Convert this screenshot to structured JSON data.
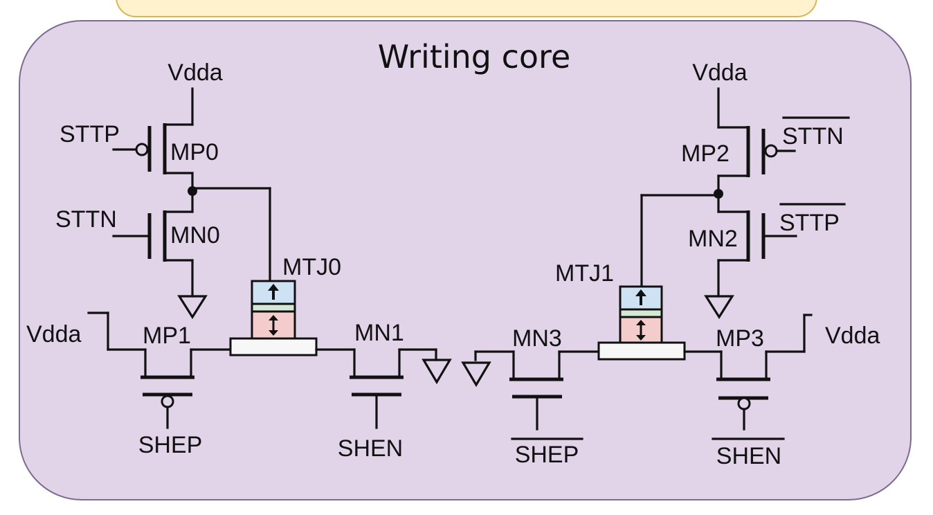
{
  "title": "Writing core",
  "colors": {
    "panel_fill": "#e1d4e8",
    "panel_stroke": "#7e6990",
    "banner_fill": "#fff2cc",
    "banner_stroke": "#d6b656",
    "mtj_free_layer": "#cfe2f3",
    "mtj_barrier": "#d5e8d4",
    "mtj_fixed_layer": "#f4cccc",
    "heavy_metal": "#f7f7f7",
    "wire": "#111111"
  },
  "left_branch": {
    "vdda_top": "Vdda",
    "sttp": "STTP",
    "mp0": "MP0",
    "sttn": "STTN",
    "mn0": "MN0",
    "mtj0": "MTJ0",
    "vdda_left": "Vdda",
    "mp1": "MP1",
    "mn1": "MN1",
    "shep": "SHEP",
    "shen": "SHEN"
  },
  "right_branch": {
    "vdda_top": "Vdda",
    "sttn_bar": "STTN",
    "mp2": "MP2",
    "sttp_bar": "STTP",
    "mn2": "MN2",
    "mtj1": "MTJ1",
    "mn3": "MN3",
    "mp3": "MP3",
    "vdda_right": "Vdda",
    "shep_bar": "SHEP",
    "shen_bar": "SHEN"
  },
  "icons": [
    "ground-symbol-icon",
    "mtj-icon",
    "pmos-transistor-icon",
    "nmos-transistor-icon",
    "up-arrow-icon",
    "double-arrow-icon"
  ]
}
